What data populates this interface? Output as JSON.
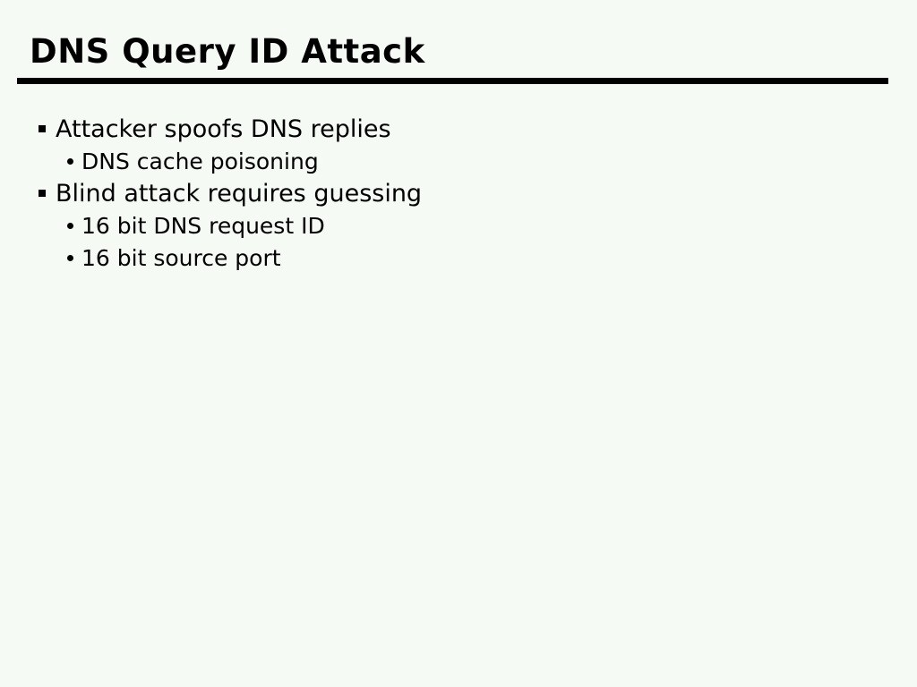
{
  "slide": {
    "title": "DNS Query ID Attack",
    "bullets": [
      {
        "level": 1,
        "text": "Attacker spoofs DNS replies"
      },
      {
        "level": 2,
        "text": "DNS cache poisoning"
      },
      {
        "level": 1,
        "text": "Blind attack requires guessing"
      },
      {
        "level": 2,
        "text": "16 bit DNS request ID"
      },
      {
        "level": 2,
        "text": "16 bit source port"
      }
    ],
    "colors": {
      "background": "#f5faf5",
      "text": "#000000",
      "rule": "#000000"
    }
  }
}
